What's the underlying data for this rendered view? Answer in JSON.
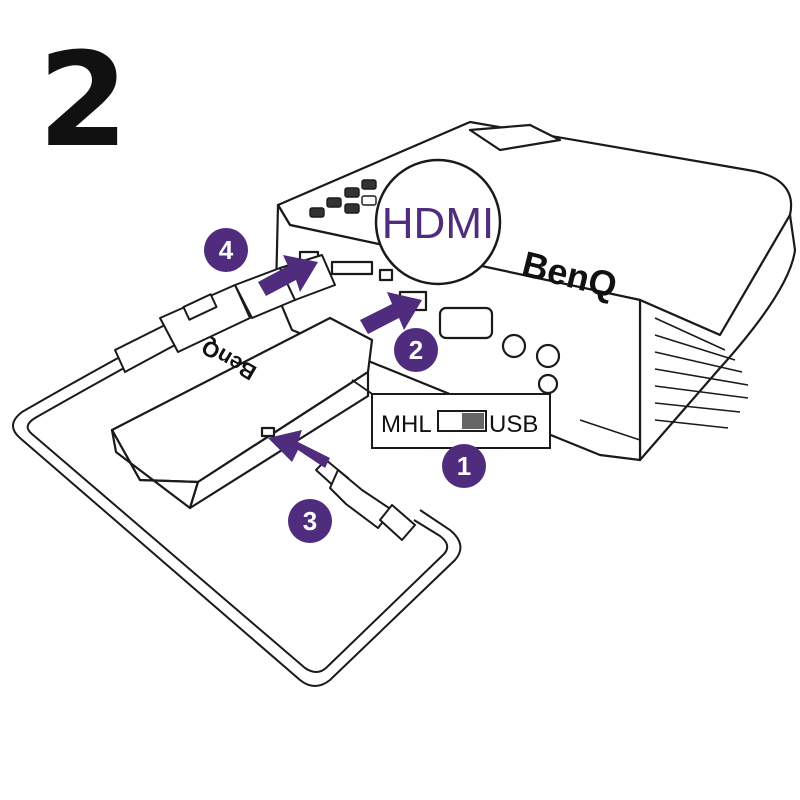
{
  "page": {
    "step_number": "2"
  },
  "hdmi_callout": {
    "label": "HDMI"
  },
  "projector": {
    "brand": "BenQ"
  },
  "dongle": {
    "brand": "BenQ"
  },
  "switch": {
    "left_label": "MHL",
    "right_label": "USB"
  },
  "steps": [
    {
      "label": "1"
    },
    {
      "label": "2"
    },
    {
      "label": "3"
    },
    {
      "label": "4"
    }
  ],
  "colors": {
    "accent": "#4f2c7d",
    "line": "#1a1a1a",
    "fill": "#ffffff"
  },
  "icons": {
    "arrow": "arrow-icon",
    "usb_plug": "usb-plug-icon",
    "micro_usb_plug": "micro-usb-plug-icon"
  }
}
